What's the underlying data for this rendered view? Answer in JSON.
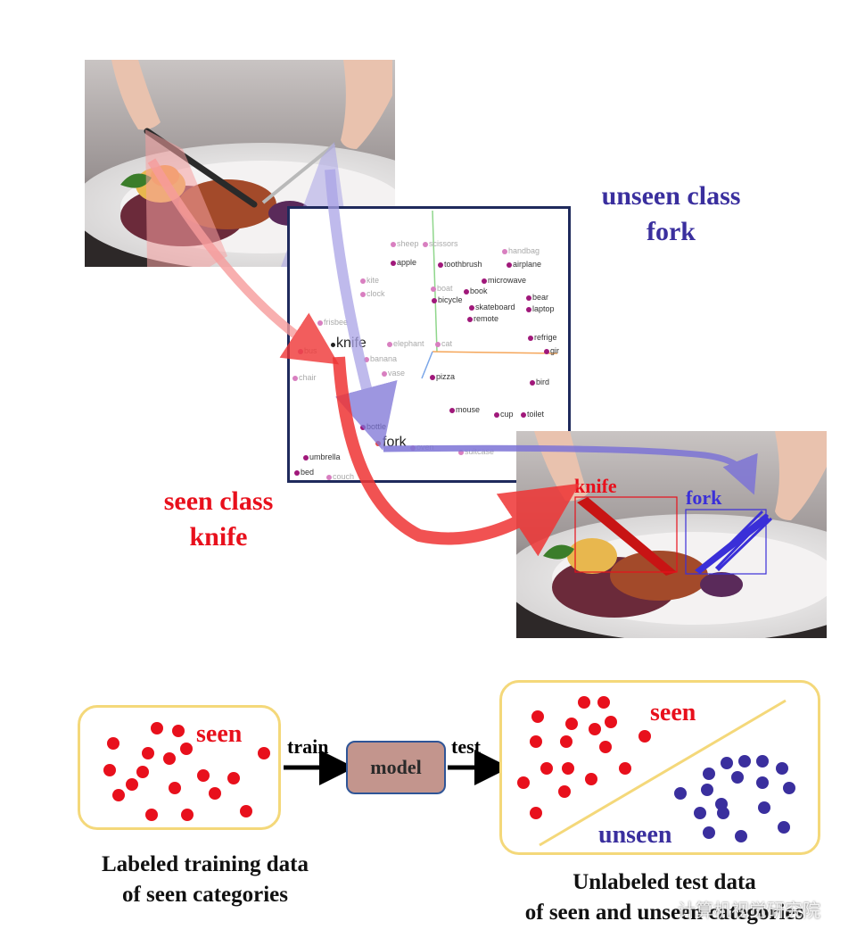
{
  "labels": {
    "unseen_class": "unseen class",
    "unseen_name": "fork",
    "seen_class": "seen class",
    "seen_name": "knife",
    "det_knife": "knife",
    "det_fork": "fork"
  },
  "embedding": {
    "words": [
      {
        "t": "sheep",
        "f": true
      },
      {
        "t": "scissors",
        "f": true
      },
      {
        "t": "handbag",
        "f": true
      },
      {
        "t": "apple",
        "f": false
      },
      {
        "t": "toothbrush",
        "f": false
      },
      {
        "t": "airplane",
        "f": false
      },
      {
        "t": "kite",
        "f": true
      },
      {
        "t": "microwave",
        "f": false
      },
      {
        "t": "boat",
        "f": true
      },
      {
        "t": "clock",
        "f": true
      },
      {
        "t": "book",
        "f": false
      },
      {
        "t": "bear",
        "f": false
      },
      {
        "t": "bicycle",
        "f": false
      },
      {
        "t": "skateboard",
        "f": false
      },
      {
        "t": "laptop",
        "f": false
      },
      {
        "t": "remote",
        "f": false
      },
      {
        "t": "frisbee",
        "f": true
      },
      {
        "t": "refrige",
        "f": false
      },
      {
        "t": "bus",
        "f": true
      },
      {
        "t": "elephant",
        "f": true
      },
      {
        "t": "cat",
        "f": true
      },
      {
        "t": "gir",
        "f": false
      },
      {
        "t": "banana",
        "f": true
      },
      {
        "t": "vase",
        "f": true
      },
      {
        "t": "chair",
        "f": true
      },
      {
        "t": "pizza",
        "f": false
      },
      {
        "t": "bird",
        "f": false
      },
      {
        "t": "mouse",
        "f": false
      },
      {
        "t": "cup",
        "f": false
      },
      {
        "t": "toilet",
        "f": false
      },
      {
        "t": "bottle",
        "f": false
      },
      {
        "t": "oven",
        "f": true
      },
      {
        "t": "umbrella",
        "f": false
      },
      {
        "t": "suitcase",
        "f": true
      },
      {
        "t": "bed",
        "f": false
      },
      {
        "t": "couch",
        "f": true
      }
    ],
    "highlight_knife": "knife",
    "highlight_fork": "fork"
  },
  "diagram": {
    "train_label": "train",
    "test_label": "test",
    "model_label": "model",
    "seen_left": "seen",
    "seen_right": "seen",
    "unseen_right": "unseen",
    "caption_left_1": "Labeled training data",
    "caption_left_2": "of seen categories",
    "caption_right_1": "Unlabeled test data",
    "caption_right_2": "of seen and unseen categories",
    "watermark": "计算机视觉研究院"
  },
  "colors": {
    "seen": "#e8101c",
    "unseen": "#3a2f9e",
    "panel_border": "#1f2a5c",
    "box_border": "#f4d87a",
    "model_fill": "#c3958d"
  }
}
